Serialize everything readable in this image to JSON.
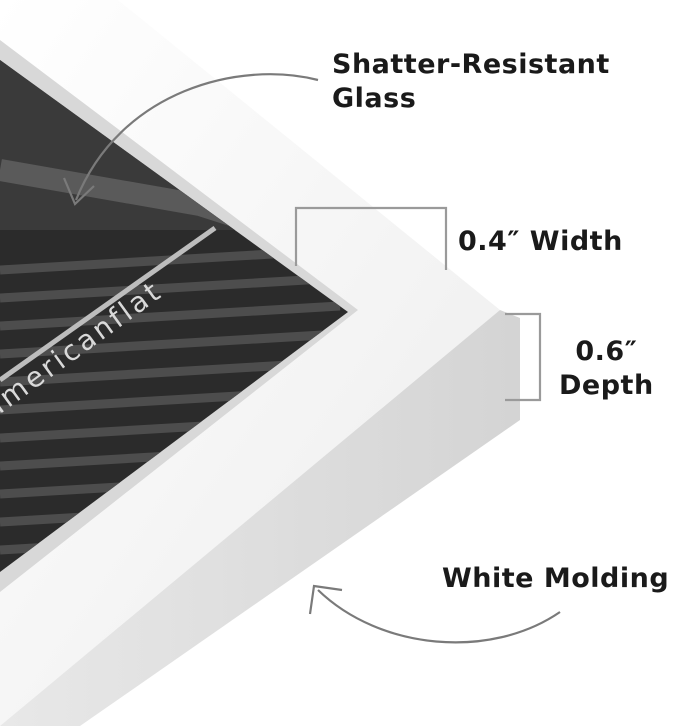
{
  "callouts": {
    "glass": "Shatter-Resistant\nGlass",
    "width": "0.4″ Width",
    "depth": "0.6″\nDepth",
    "molding": "White Molding"
  },
  "poster_text": "americanflat",
  "colors": {
    "frame": "#fafafa",
    "frame_shadow": "#e6e6e6",
    "poster_dark": "#2b2b2b",
    "poster_stripe": "#4a4a4a",
    "arrow": "#7a7a7a",
    "text": "#1a1a1a"
  }
}
